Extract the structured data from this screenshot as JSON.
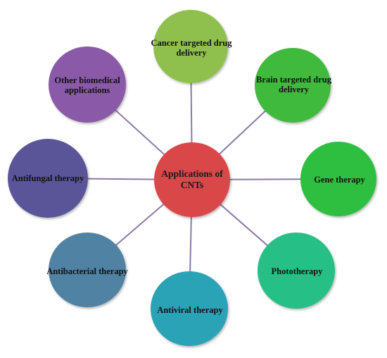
{
  "center": {
    "label": "Applications of CNTs",
    "color": "#d9474a"
  },
  "connector_color": "#8a7aa6",
  "nodes": [
    {
      "id": "cancer",
      "label": "Cancer targeted drug delivery",
      "color": "#8fc04d"
    },
    {
      "id": "brain",
      "label": "Brain targeted drug delivery",
      "color": "#3fba3c"
    },
    {
      "id": "gene",
      "label": "Gene therapy",
      "color": "#2fbf41"
    },
    {
      "id": "photo",
      "label": "Phototherapy",
      "color": "#25bf86"
    },
    {
      "id": "antiviral",
      "label": "Antiviral therapy",
      "color": "#2aa3b6"
    },
    {
      "id": "antibacterial",
      "label": "Antibacterial therapy",
      "color": "#4f82a3"
    },
    {
      "id": "antifungal",
      "label": "Antifungal therapy",
      "color": "#5a5499"
    },
    {
      "id": "other",
      "label": "Other biomedical applications",
      "color": "#8a5aa9"
    }
  ]
}
